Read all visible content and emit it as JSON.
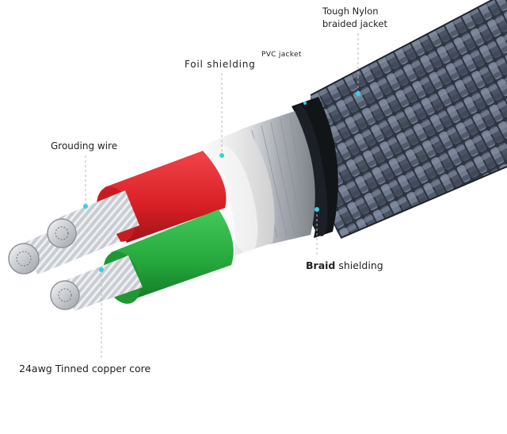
{
  "labels": {
    "nylon_line1": "Tough Nylon",
    "nylon_line2": "braided jacket",
    "pvc": "PVC jacket",
    "foil": "Foil shielding",
    "grounding": "Grouding wire",
    "braid_bold": "Braid",
    "braid_rest": "shielding",
    "core_gauge": "24awg",
    "core_rest": "Tinned copper core"
  },
  "colors": {
    "nylon_braid": "#5a6478",
    "pvc_jacket": "#111418",
    "braid_shield": "#bfc3c8",
    "foil": "#f2f2f2",
    "red_wire": "#e2262b",
    "green_wire": "#27a93f",
    "copper_strands": "#cfd2d6",
    "pointer_dot": "#37d0e6"
  }
}
